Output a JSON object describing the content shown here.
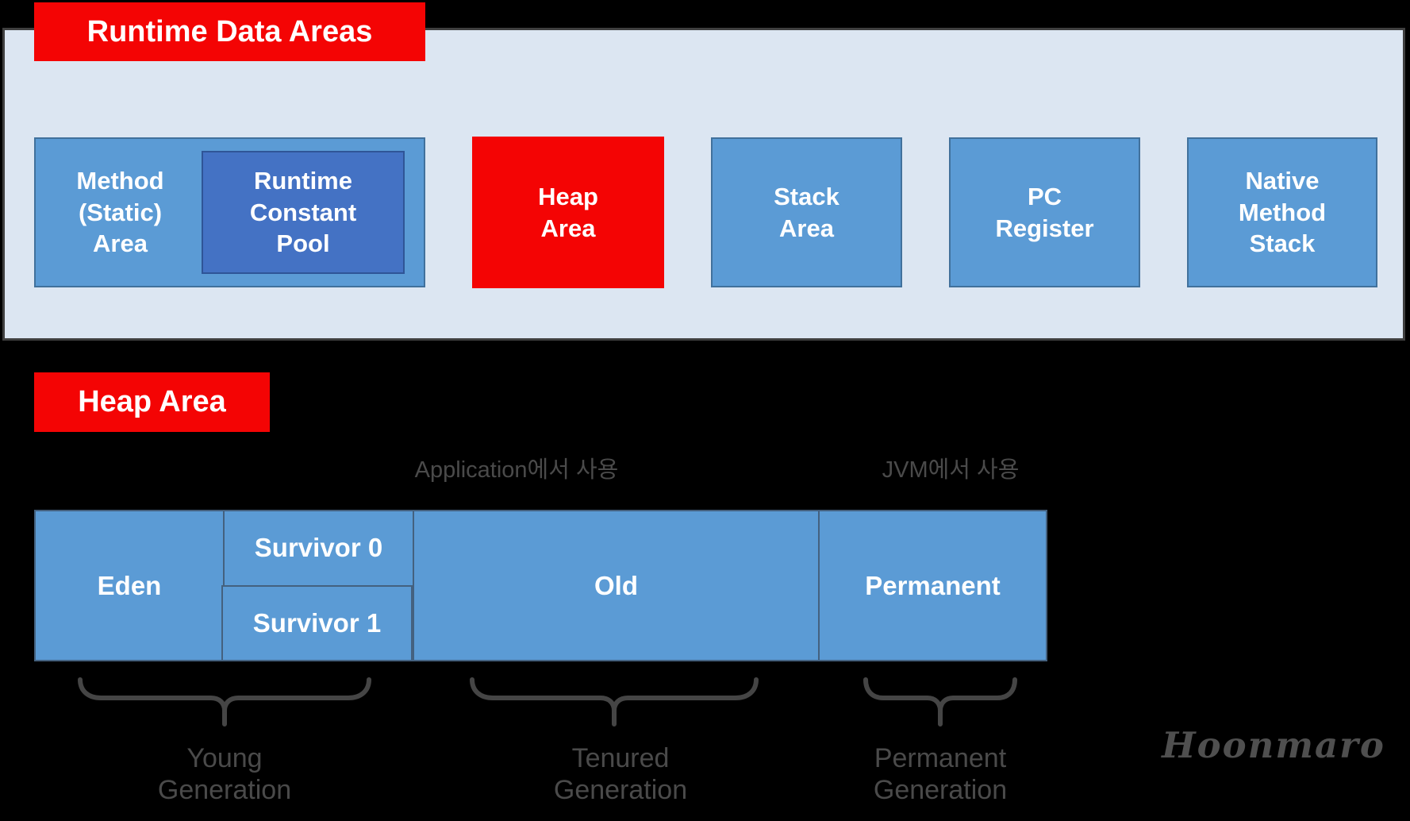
{
  "colors": {
    "background": "#000000",
    "accent-red": "#f40404",
    "panel-bg": "#dce6f2",
    "panel-border": "#3f3f3f",
    "box-blue": "#5b9bd5",
    "box-border": "#41719c",
    "inner-blue": "#4472c4",
    "inner-border": "#2f5597",
    "bar-divider": "#44617f",
    "gray-text": "#4a4a4a",
    "brace-gray": "#454545",
    "white-text": "#ffffff"
  },
  "runtime_section": {
    "title": "Runtime Data Areas",
    "method_area": "Method\n(Static)\nArea",
    "runtime_constant_pool": "Runtime\nConstant\nPool",
    "heap_area": "Heap\nArea",
    "stack_area": "Stack\nArea",
    "pc_register": "PC\nRegister",
    "native_method_stack": "Native\nMethod\nStack"
  },
  "heap_section": {
    "title": "Heap Area",
    "app_usage_note": "Application에서 사용",
    "jvm_usage_note": "JVM에서 사용",
    "segments": {
      "eden": "Eden",
      "survivor0": "Survivor 0",
      "survivor1": "Survivor 1",
      "old": "Old",
      "permanent": "Permanent"
    },
    "groups": {
      "young": "Young\nGeneration",
      "tenured": "Tenured\nGeneration",
      "permanent": "Permanent\nGeneration"
    }
  },
  "signature": "Hoonmaro"
}
